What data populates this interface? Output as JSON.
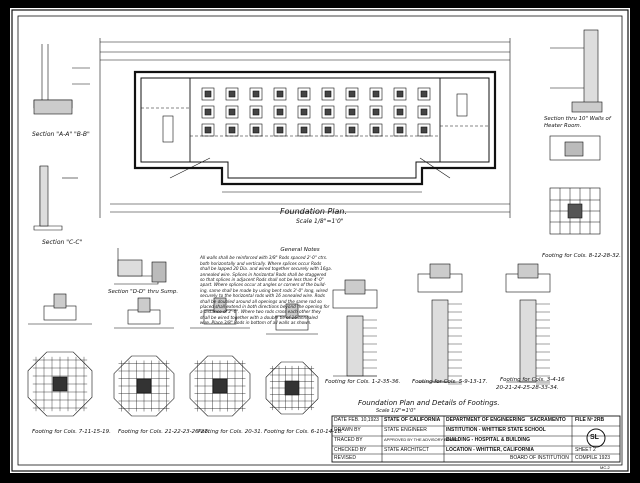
{
  "sheet_code": "MC-2",
  "titles": {
    "foundation_plan": "Foundation Plan.",
    "foundation_scale": "Scale 1/8\"=1'0\"",
    "footings_title": "Foundation Plan and Details of Footings.",
    "footings_scale": "Scale 1/2\"=1'0\""
  },
  "sections": {
    "aa_bb": "Section \"A-A\" \"B-B\"",
    "cc": "Section \"C-C\"",
    "heater": "Section thru 10\" Walls of Heater Room.",
    "dd": "Section \"D-D\" thru Sump."
  },
  "notes": {
    "heading": "General Notes",
    "lines": [
      "All walls shall be reinforced with 3/8\" Rods spaced 2'-0\" ctrs.",
      "both horizontally and vertically. Where splices occur Rods",
      "shall be lapped 20 Dia. and wired together securely with 16ga.",
      "annealed wire. Splices in horizontal Rods shall be staggered",
      "so that splices in adjacent Rods shall not be less than 4'-0\"",
      "apart. Where splices occur at angles or corners of the build-",
      "ing, same shall be made by using bent rods 3'-0\" long, wired",
      "securely to the horizontal rods with 16 annealed wire. Rods",
      "shall be doubled around all openings and the same rod so",
      "placed shall extend in both directions beyond the opening for",
      "a distance of 2'-6\". Where two rods cross each other they",
      "shall be wired together with a double tie of 16 annealed",
      "wire. Place 3/8\" Rods in bottom of all walls as shown."
    ]
  },
  "footing_labels": [
    "Footing for Cols. 7-11-15-19.",
    "Footing for Cols. 21-22-23-26-27.",
    "Footing for Cols. 20-31.",
    "Footing for Cols. 6-10-14-18.",
    "Footing for Cols. 1-2-35-36.",
    "Footing for Cols. 5-9-13-17.",
    "Footing for Cols. 3-4-16",
    "20-21-24-25-28-33-34.",
    "Footing for Cols. 8-12-28-32."
  ],
  "title_block": {
    "date": "DATE FEB. 10,1923",
    "drawn_by": "DRAWN BY",
    "traced_by": "TRACED BY",
    "checked_by": "CHECKED BY",
    "revised": "REVISED",
    "state": "STATE OF CALIFORNIA",
    "department": "DEPARTMENT OF ENGINEERING",
    "city": "SACRAMENTO",
    "engineer": "STATE ENGINEER",
    "architect": "STATE ARCHITECT",
    "approved": "APPROVED BY THE ADVISORY BOARD",
    "institution": "INSTITUTION - WHITTIER STATE SCHOOL",
    "building": "BUILDING - HOSPITAL & BUILDING",
    "location": "LOCATION - WHITTIER, CALIFORNIA",
    "board": "BOARD OF INSTITUTION",
    "file_no": "FILE Nº 2RB",
    "sheet_no": "SHEET 2",
    "compiled": "COMPILE 1923",
    "logo_text": "SL"
  }
}
